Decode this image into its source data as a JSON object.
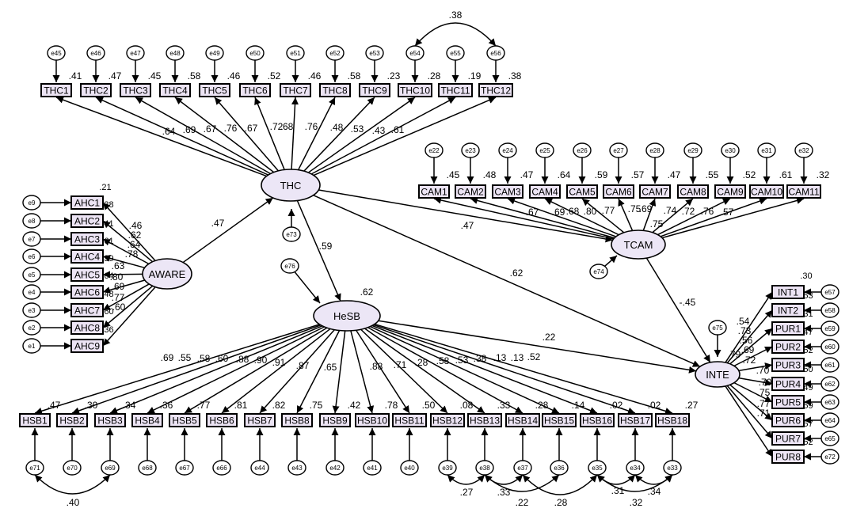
{
  "latents": [
    {
      "id": "THC",
      "label": "THC"
    },
    {
      "id": "TCAM",
      "label": "TCAM"
    },
    {
      "id": "AWARE",
      "label": "AWARE"
    },
    {
      "id": "HeSB",
      "label": "HeSB"
    },
    {
      "id": "INTE",
      "label": "INTE"
    }
  ],
  "thc_items": [
    {
      "label": "THC1",
      "err": "e45",
      "r2": ".41",
      "load": ".64"
    },
    {
      "label": "THC2",
      "err": "e46",
      "r2": ".47",
      "load": ".69"
    },
    {
      "label": "THC3",
      "err": "e47",
      "r2": ".45",
      "load": ".67"
    },
    {
      "label": "THC4",
      "err": "e48",
      "r2": ".58",
      "load": ".76"
    },
    {
      "label": "THC5",
      "err": "e49",
      "r2": ".46",
      "load": ".67"
    },
    {
      "label": "THC6",
      "err": "e50",
      "r2": ".52",
      "load": ".72"
    },
    {
      "label": "THC7",
      "err": "e51",
      "r2": ".46",
      "load": ".68"
    },
    {
      "label": "THC8",
      "err": "e52",
      "r2": ".58",
      "load": ".76"
    },
    {
      "label": "THC9",
      "err": "e53",
      "r2": ".23",
      "load": ".48"
    },
    {
      "label": "THC10",
      "err": "e54",
      "r2": ".28",
      "load": ".53"
    },
    {
      "label": "THC11",
      "err": "e55",
      "r2": ".19",
      "load": ".43"
    },
    {
      "label": "THC12",
      "err": "e56",
      "r2": ".38",
      "load": ".61"
    }
  ],
  "cam_items": [
    {
      "label": "CAM1",
      "err": "e22",
      "r2": ".45",
      "load": ".67"
    },
    {
      "label": "CAM2",
      "err": "e23",
      "r2": ".48",
      "load": ".69"
    },
    {
      "label": "CAM3",
      "err": "e24",
      "r2": ".47",
      "load": ".68"
    },
    {
      "label": "CAM4",
      "err": "e25",
      "r2": ".64",
      "load": ".80"
    },
    {
      "label": "CAM5",
      "err": "e26",
      "r2": ".59",
      "load": ".77"
    },
    {
      "label": "CAM6",
      "err": "e27",
      "r2": ".57",
      "load": ".75"
    },
    {
      "label": "CAM7",
      "err": "e28",
      "r2": ".47",
      "load": ".69"
    },
    {
      "label": "CAM8",
      "err": "e29",
      "r2": ".55",
      "load": ".74"
    },
    {
      "label": "CAM9",
      "err": "e30",
      "r2": ".52",
      "load": ".72"
    },
    {
      "label": "CAM10",
      "err": "e31",
      "r2": ".61",
      "load": ".76"
    },
    {
      "label": "CAM11",
      "err": "e32",
      "r2": ".32",
      "load": ".57"
    }
  ],
  "ahc_items": [
    {
      "label": "AHC1",
      "err": "e9",
      "r2": ".21",
      "load": ".46"
    },
    {
      "label": "AHC2",
      "err": "e8",
      "r2": ".38",
      "load": ".62"
    },
    {
      "label": "AHC3",
      "err": "e7",
      "r2": ".41",
      "load": ".64"
    },
    {
      "label": "AHC4",
      "err": "e6",
      "r2": ".61",
      "load": ".78"
    },
    {
      "label": "AHC5",
      "err": "e5",
      "r2": ".39",
      "load": ".63"
    },
    {
      "label": "AHC6",
      "err": "e4",
      "r2": ".64",
      "load": ".80"
    },
    {
      "label": "AHC7",
      "err": "e3",
      "r2": ".48",
      "load": ".69"
    },
    {
      "label": "AHC8",
      "err": "e2",
      "r2": ".60",
      "load": ".77"
    },
    {
      "label": "AHC9",
      "err": "e1",
      "r2": ".36",
      "load": ".60"
    }
  ],
  "hsb_items": [
    {
      "label": "HSB1",
      "err": "e71",
      "r2": ".47",
      "load": ".69"
    },
    {
      "label": "HSB2",
      "err": "e70",
      "r2": ".30",
      "load": ".55"
    },
    {
      "label": "HSB3",
      "err": "e69",
      "r2": ".34",
      "load": ".58"
    },
    {
      "label": "HSB4",
      "err": "e68",
      "r2": ".36",
      "load": ".60"
    },
    {
      "label": "HSB5",
      "err": "e67",
      "r2": ".77",
      "load": ".88"
    },
    {
      "label": "HSB6",
      "err": "e66",
      "r2": ".81",
      "load": ".90"
    },
    {
      "label": "HSB7",
      "err": "e44",
      "r2": ".82",
      "load": ".91"
    },
    {
      "label": "HSB8",
      "err": "e43",
      "r2": ".75",
      "load": ".87"
    },
    {
      "label": "HSB9",
      "err": "e42",
      "r2": ".42",
      "load": ".65"
    },
    {
      "label": "HSB10",
      "err": "e41",
      "r2": ".78",
      "load": ".88"
    },
    {
      "label": "HSB11",
      "err": "e40",
      "r2": ".50",
      "load": ".71"
    },
    {
      "label": "HSB12",
      "err": "e39",
      "r2": ".08",
      "load": ".28"
    },
    {
      "label": "HSB13",
      "err": "e38",
      "r2": ".33",
      "load": ".58"
    },
    {
      "label": "HSB14",
      "err": "e37",
      "r2": ".28",
      "load": ".53"
    },
    {
      "label": "HSB15",
      "err": "e36",
      "r2": ".14",
      "load": ".38"
    },
    {
      "label": "HSB16",
      "err": "e35",
      "r2": ".02",
      "load": ".13"
    },
    {
      "label": "HSB17",
      "err": "e34",
      "r2": ".02",
      "load": ".13"
    },
    {
      "label": "HSB18",
      "err": "e33",
      "r2": ".27",
      "load": ".52"
    }
  ],
  "inte_items": [
    {
      "label": "INT1",
      "err": "e57",
      "r2": ".30",
      "load": ".54"
    },
    {
      "label": "INT2",
      "err": "e58",
      "r2": ".53",
      "load": ".73"
    },
    {
      "label": "PUR1",
      "err": "e59",
      "r2": ".31",
      "load": ".56"
    },
    {
      "label": "PUR2",
      "err": "e60",
      "r2": ".47",
      "load": ".69"
    },
    {
      "label": "PUR3",
      "err": "e61",
      "r2": ".52",
      "load": ".72"
    },
    {
      "label": "PUR4",
      "err": "e62",
      "r2": ".50",
      "load": ".70"
    },
    {
      "label": "PUR5",
      "err": "e63",
      "r2": ".49",
      "load": ".70"
    },
    {
      "label": "PUR6",
      "err": "e64",
      "r2": ".59",
      "load": ".75"
    },
    {
      "label": "PUR7",
      "err": "e65",
      "r2": ".57",
      "load": ".77"
    },
    {
      "label": "PUR8",
      "err": "e72",
      "r2": ".52",
      "load": ".71"
    }
  ],
  "disturbances": [
    {
      "err": "e73",
      "target": "THC"
    },
    {
      "err": "e74",
      "target": "TCAM"
    },
    {
      "err": "e76",
      "target": "HeSB"
    },
    {
      "err": "e75",
      "target": "INTE"
    }
  ],
  "structural_paths": [
    {
      "from": "AWARE",
      "to": "THC",
      "coef": ".47"
    },
    {
      "from": "THC",
      "to": "HeSB",
      "coef": ".59"
    },
    {
      "from": "THC",
      "to": "TCAM",
      "coef": ".47"
    },
    {
      "from": "THC",
      "to": "INTE",
      "coef": ".62"
    },
    {
      "from": "TCAM",
      "to": "INTE",
      "coef": "-.45"
    },
    {
      "from": "HeSB",
      "to": "INTE",
      "coef": ".22"
    }
  ],
  "latent_r2": {
    "HeSB": ".62",
    "TCAM": ".75",
    "INTE": ".79"
  },
  "covariances": [
    {
      "a": "e54",
      "b": "e56",
      "value": ".38"
    },
    {
      "a": "e71",
      "b": "e69",
      "value": ".40"
    },
    {
      "a": "e39",
      "b": "e38",
      "value": ".27"
    },
    {
      "a": "e38",
      "b": "e37",
      "value": ".33"
    },
    {
      "a": "e38",
      "b": "e36",
      "value": ".22"
    },
    {
      "a": "e37",
      "b": "e35",
      "value": ".28"
    },
    {
      "a": "e35",
      "b": "e34",
      "value": ".31"
    },
    {
      "a": "e35",
      "b": "e33",
      "value": ".32"
    },
    {
      "a": "e34",
      "b": "e33",
      "value": ".34"
    }
  ]
}
